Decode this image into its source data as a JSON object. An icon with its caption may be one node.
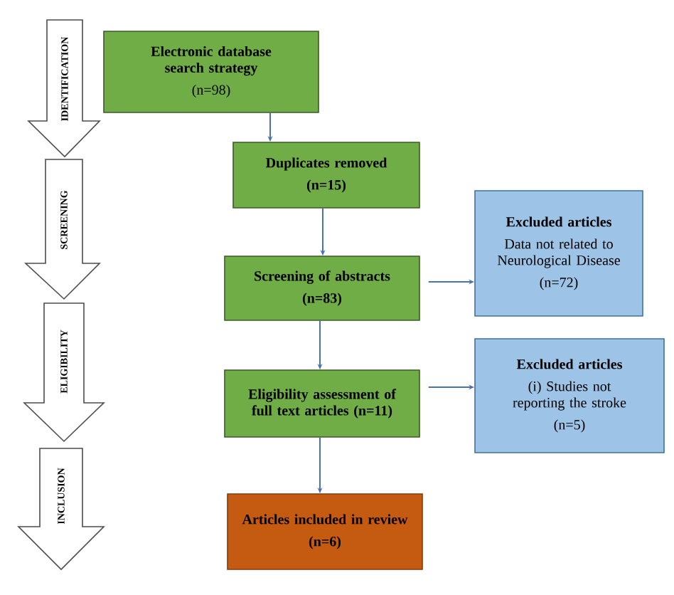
{
  "diagram": {
    "nodes": [
      {
        "text": [
          "IDENTIFICATION"
        ]
      },
      {
        "text": [
          "SCREENING"
        ]
      },
      {
        "text": [
          "ELIGIBILITY"
        ]
      },
      {
        "text": [
          "INCLUSION"
        ]
      },
      {
        "text": [
          "Electronic database search strategy",
          "(n=98)"
        ]
      },
      {
        "text": [
          "Duplicates removed",
          "(n=15)"
        ]
      },
      {
        "text": [
          "Screening of abstracts",
          "(n=83)"
        ]
      },
      {
        "text": [
          "Excluded articles",
          "Data not related to Neurological Disease",
          "(n=72)"
        ]
      },
      {
        "text": [
          "Eligibility assessment of full text articles (n=11)"
        ]
      },
      {
        "text": [
          "Excluded articles",
          "(i) Studies not reporting the stroke",
          "(n=5)"
        ]
      },
      {
        "text": [
          "Articles included in review",
          "(n=6)"
        ]
      }
    ],
    "edges": [
      {
        "from": 4,
        "to": 5,
        "arrow": "to"
      },
      {
        "from": 5,
        "to": 6,
        "arrow": "to"
      },
      {
        "from": 6,
        "to": 7,
        "arrow": "to"
      },
      {
        "from": 6,
        "to": 8,
        "arrow": "to"
      },
      {
        "from": 8,
        "to": 9,
        "arrow": "to"
      },
      {
        "from": 8,
        "to": 10,
        "arrow": "to"
      }
    ]
  }
}
